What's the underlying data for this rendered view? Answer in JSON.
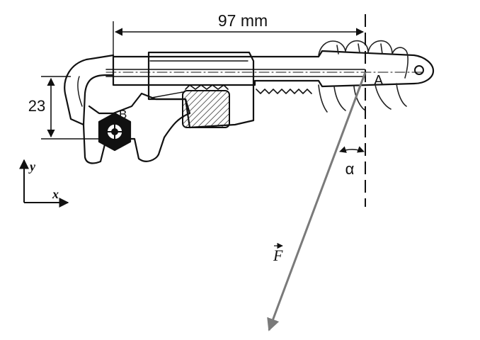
{
  "diagram": {
    "dimension_length": "97 mm",
    "dimension_height": "23",
    "point_a": "A",
    "point_b": "B",
    "angle_label": "α",
    "force_label": "F",
    "axis_x": "x",
    "axis_y": "y"
  },
  "colors": {
    "force_arrow": "#7a7a7a",
    "ink": "#111111",
    "hand": "#222222"
  }
}
